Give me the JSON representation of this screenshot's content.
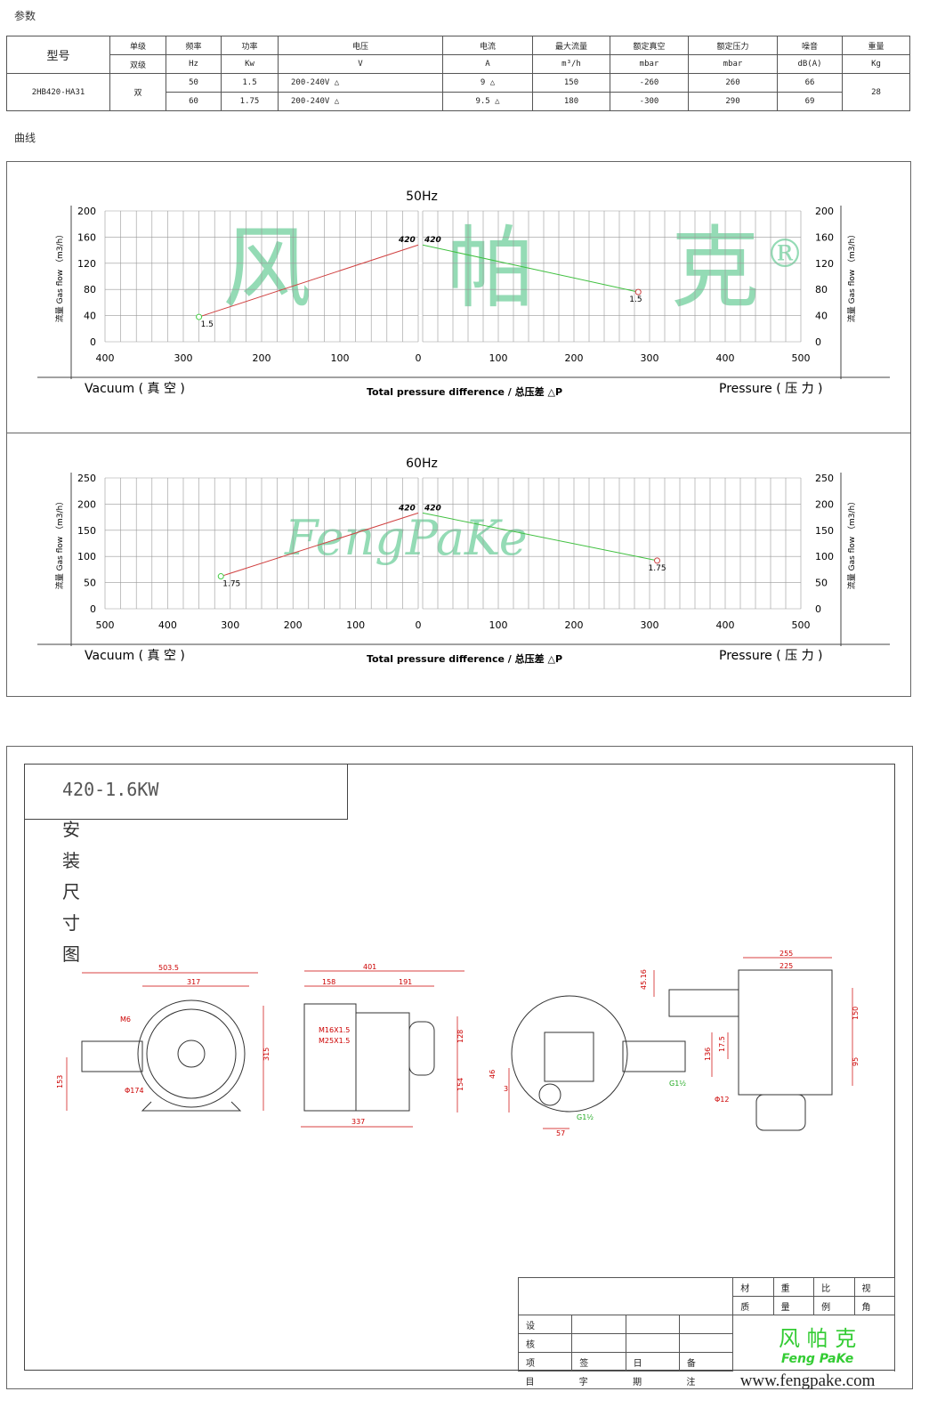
{
  "sections": {
    "params": "参数",
    "curves": "曲线"
  },
  "table": {
    "model_header": "型号",
    "stage_single": "单级",
    "stage_double": "双级",
    "headers": [
      "频率",
      "功率",
      "电压",
      "电流",
      "最大流量",
      "额定真空",
      "额定压力",
      "噪音",
      "重量"
    ],
    "units": [
      "Hz",
      "Kw",
      "V",
      "A",
      "m³/h",
      "mbar",
      "mbar",
      "dB(A)",
      "Kg"
    ],
    "model": "2HB420-HA31",
    "stage": "双",
    "weight": "28",
    "rows": [
      [
        "50",
        "1.5",
        "200-240V △",
        "9 △",
        "150",
        "-260",
        "260",
        "66"
      ],
      [
        "60",
        "1.75",
        "200-240V △",
        "9.5 △",
        "180",
        "-300",
        "290",
        "69"
      ]
    ]
  },
  "chart_data": [
    {
      "type": "line",
      "title": "50Hz",
      "ylabel": "流量 Gas flow （m3/h）",
      "xlabel": "Total pressure difference / 总压差 △P",
      "left_label": "Vacuum ( 真 空 )",
      "right_label": "Pressure ( 压 力 )",
      "ylim": [
        0,
        200
      ],
      "yticks": [
        0,
        40,
        80,
        120,
        160,
        200
      ],
      "vacuum_xlim": [
        400,
        0
      ],
      "vacuum_xticks": [
        400,
        300,
        200,
        100,
        0
      ],
      "pressure_xlim": [
        0,
        500
      ],
      "pressure_xticks": [
        0,
        100,
        200,
        300,
        400,
        500
      ],
      "series": [
        {
          "name": "vacuum",
          "color": "#d04040",
          "points": [
            [
              280,
              38
            ],
            [
              0,
              148
            ]
          ],
          "labels": [
            "1.5",
            "420"
          ]
        },
        {
          "name": "pressure",
          "color": "#40c040",
          "points": [
            [
              0,
              148
            ],
            [
              285,
              76
            ]
          ],
          "labels": [
            "420",
            "1.5"
          ]
        }
      ]
    },
    {
      "type": "line",
      "title": "60Hz",
      "ylabel": "流量 Gas flow （m3/h）",
      "xlabel": "Total pressure difference / 总压差 △P",
      "left_label": "Vacuum ( 真 空 )",
      "right_label": "Pressure ( 压 力 )",
      "ylim": [
        0,
        250
      ],
      "yticks": [
        0,
        50,
        100,
        150,
        200,
        250
      ],
      "vacuum_xlim": [
        500,
        0
      ],
      "vacuum_xticks": [
        500,
        400,
        300,
        200,
        100,
        0
      ],
      "pressure_xlim": [
        0,
        500
      ],
      "pressure_xticks": [
        0,
        100,
        200,
        300,
        400,
        500
      ],
      "series": [
        {
          "name": "vacuum",
          "color": "#d04040",
          "points": [
            [
              315,
              62
            ],
            [
              0,
              183
            ]
          ],
          "labels": [
            "1.75",
            "420"
          ]
        },
        {
          "name": "pressure",
          "color": "#40c040",
          "points": [
            [
              0,
              183
            ],
            [
              310,
              92
            ]
          ],
          "labels": [
            "420",
            "1.75"
          ]
        }
      ]
    }
  ],
  "watermark": {
    "cn": "风 帕 克",
    "en": "FengPaKe",
    "reg": "®"
  },
  "drawing": {
    "title": "420-1.6KW",
    "subtitle": "安装尺寸图",
    "dims": {
      "d1": "503.5",
      "d2": "317",
      "d3": "M6",
      "d4": "Φ174",
      "d5": "153",
      "d6": "315",
      "d7": "401",
      "d8": "158",
      "d9": "191",
      "d10": "M16X1.5",
      "d11": "M25X1.5",
      "d12": "128",
      "d13": "154",
      "d14": "337",
      "d15": "46",
      "d16": "3",
      "d17": "G1½",
      "d18": "57",
      "d19": "255",
      "d20": "225",
      "d21": "45.16",
      "d22": "150",
      "d23": "95",
      "d24": "136",
      "d25": "17.5",
      "d26": "Φ12",
      "d27": "G1½"
    }
  },
  "title_block": {
    "top": [
      "材",
      "重",
      "比",
      "视",
      "质",
      "量",
      "例",
      "角"
    ],
    "left": [
      "设",
      "核",
      "项",
      "签",
      "日",
      "备"
    ],
    "bottom": [
      "目",
      "字",
      "期",
      "注"
    ],
    "logo_cn": "风 帕 克",
    "logo_en": "Feng PaKe",
    "website": "www.fengpake.com"
  }
}
